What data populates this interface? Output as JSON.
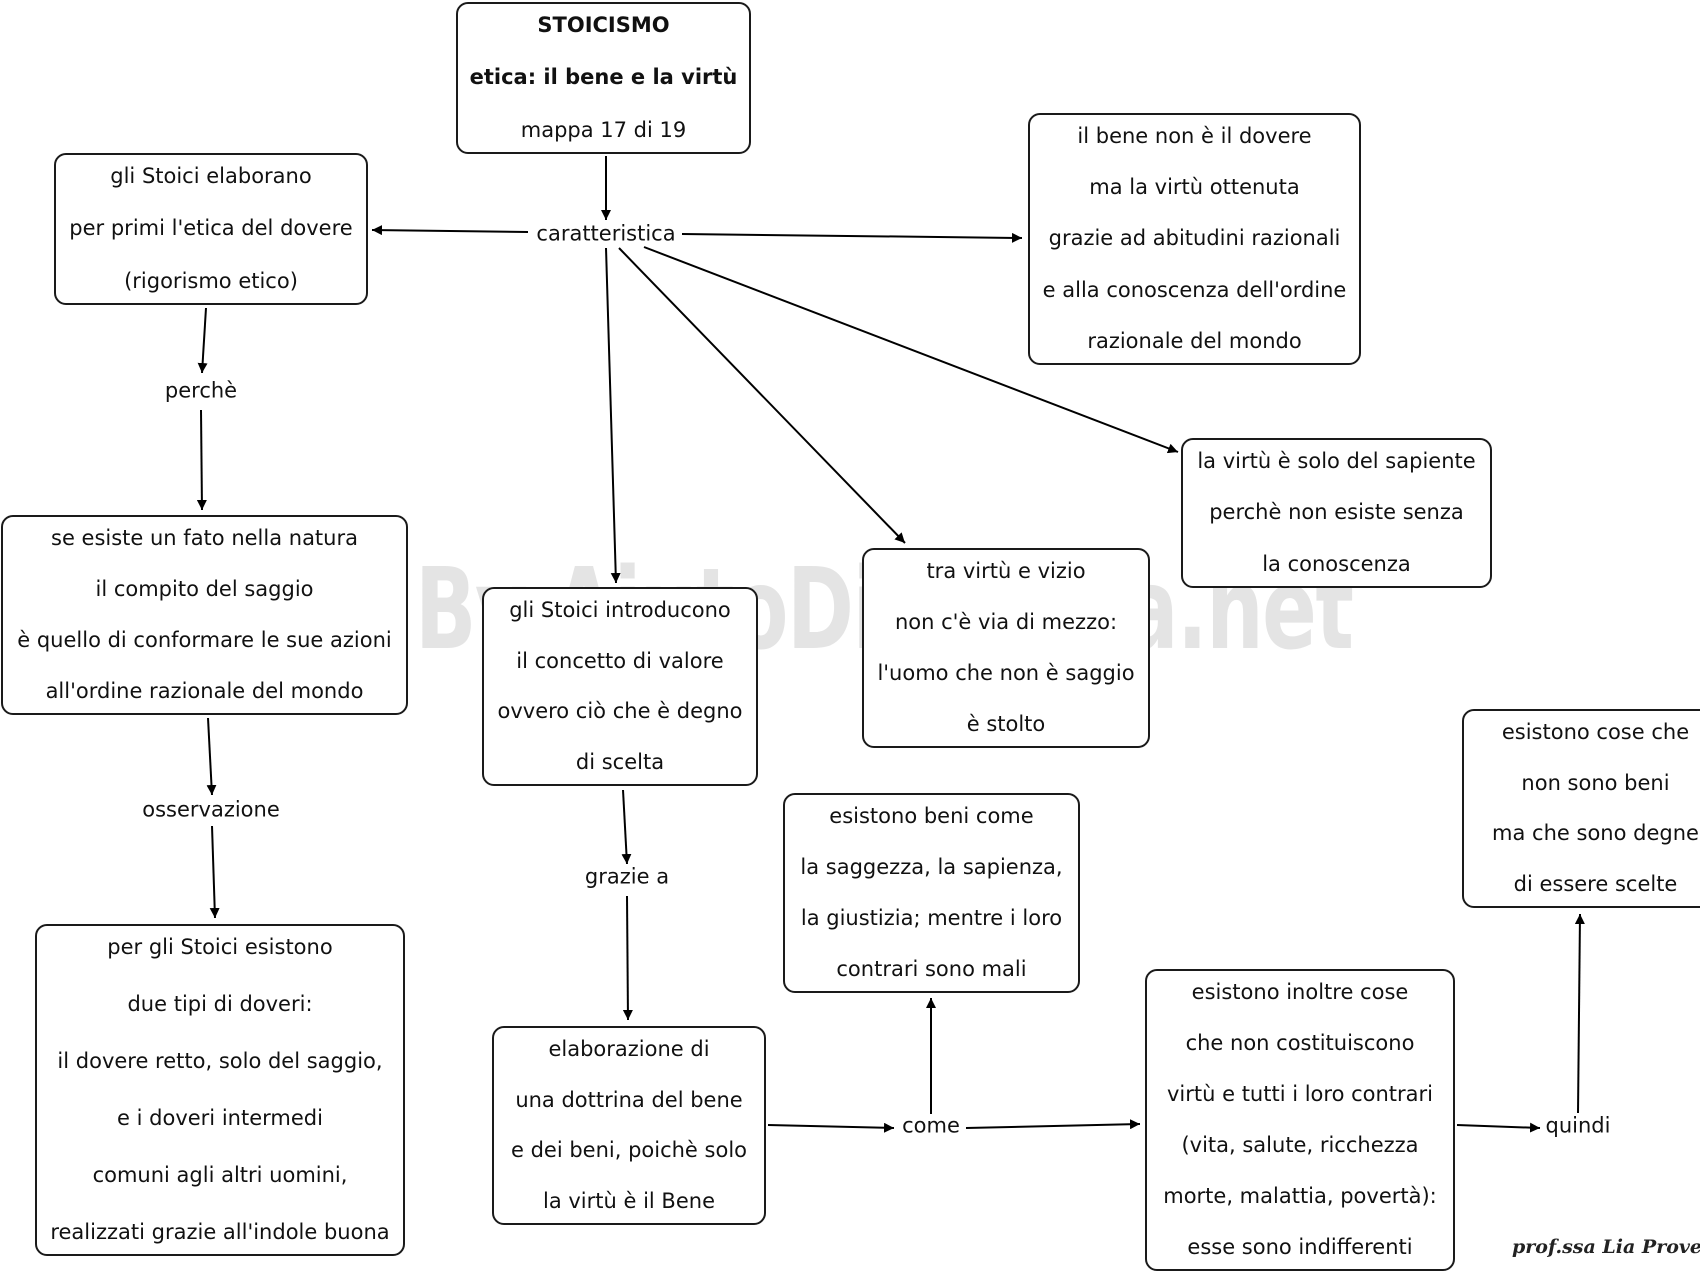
{
  "title_box": [
    "STOICISMO",
    "etica: il bene e la virtù",
    "mappa 17 di 19"
  ],
  "nodes": {
    "dovere": [
      "gli Stoici elaborano",
      "per primi l'etica del dovere",
      "(rigorismo etico)"
    ],
    "bene_non_dovere": [
      "il bene non è il dovere",
      "ma la virtù ottenuta",
      "grazie ad abitudini razionali",
      "e alla conoscenza dell'ordine",
      "razionale del mondo"
    ],
    "sapiente": [
      "la virtù è solo del sapiente",
      "perchè non esiste senza",
      "la conoscenza"
    ],
    "fato": [
      "se esiste un fato nella natura",
      "il compito del saggio",
      "è quello di conformare le sue azioni",
      "all'ordine razionale del mondo"
    ],
    "valore": [
      "gli Stoici introducono",
      "il concetto di valore",
      "ovvero ciò che è degno",
      "di scelta"
    ],
    "vizio": [
      "tra virtù e vizio",
      "non c'è via di mezzo:",
      "l'uomo che non è saggio",
      "è stolto"
    ],
    "degne": [
      "esistono cose che",
      "non sono beni",
      "ma che sono degne",
      "di essere scelte"
    ],
    "beni": [
      "esistono beni come",
      "la saggezza, la sapienza,",
      "la giustizia; mentre i loro",
      "contrari sono mali"
    ],
    "doveri": [
      "per gli Stoici esistono",
      "due tipi di doveri:",
      "il dovere retto, solo del saggio,",
      "e i doveri intermedi",
      "comuni agli altri uomini,",
      "realizzati grazie all'indole buona"
    ],
    "dottrina": [
      "elaborazione di",
      "una dottrina del bene",
      "e dei beni, poichè solo",
      "la virtù è il Bene"
    ],
    "indifferenti": [
      "esistono inoltre cose",
      "che non costituiscono",
      "virtù e tutti i loro contrari",
      "(vita, salute, ricchezza",
      "morte, malattia, povertà):",
      "esse sono indifferenti"
    ]
  },
  "links": {
    "caratteristica": "caratteristica",
    "perche": "perchè",
    "osservazione": "osservazione",
    "grazie_a": "grazie a",
    "come": "come",
    "quindi": "quindi"
  },
  "watermark": "By AiutoDislessia.net",
  "signature": "prof.ssa Lia Provezza"
}
